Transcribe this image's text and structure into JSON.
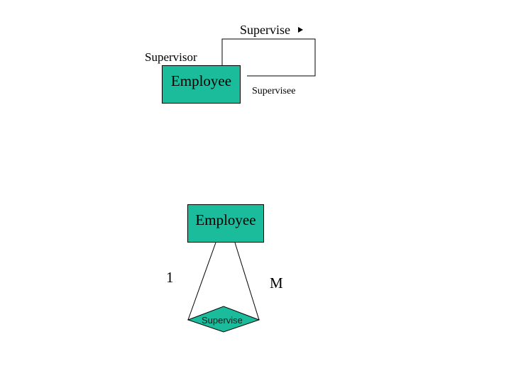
{
  "colors": {
    "entity_fill": "#1abc9c",
    "line": "#000000",
    "background": "#ffffff"
  },
  "top_diagram": {
    "relationship_label": "Supervise",
    "arrow_icon": "right-triangle-arrow",
    "supervisor_role": "Supervisor",
    "entity_name": "Employee",
    "supervisee_role": "Supervisee"
  },
  "bottom_diagram": {
    "entity_name": "Employee",
    "cardinality_left": "1",
    "cardinality_right": "M",
    "relationship_name": "Supervise"
  }
}
